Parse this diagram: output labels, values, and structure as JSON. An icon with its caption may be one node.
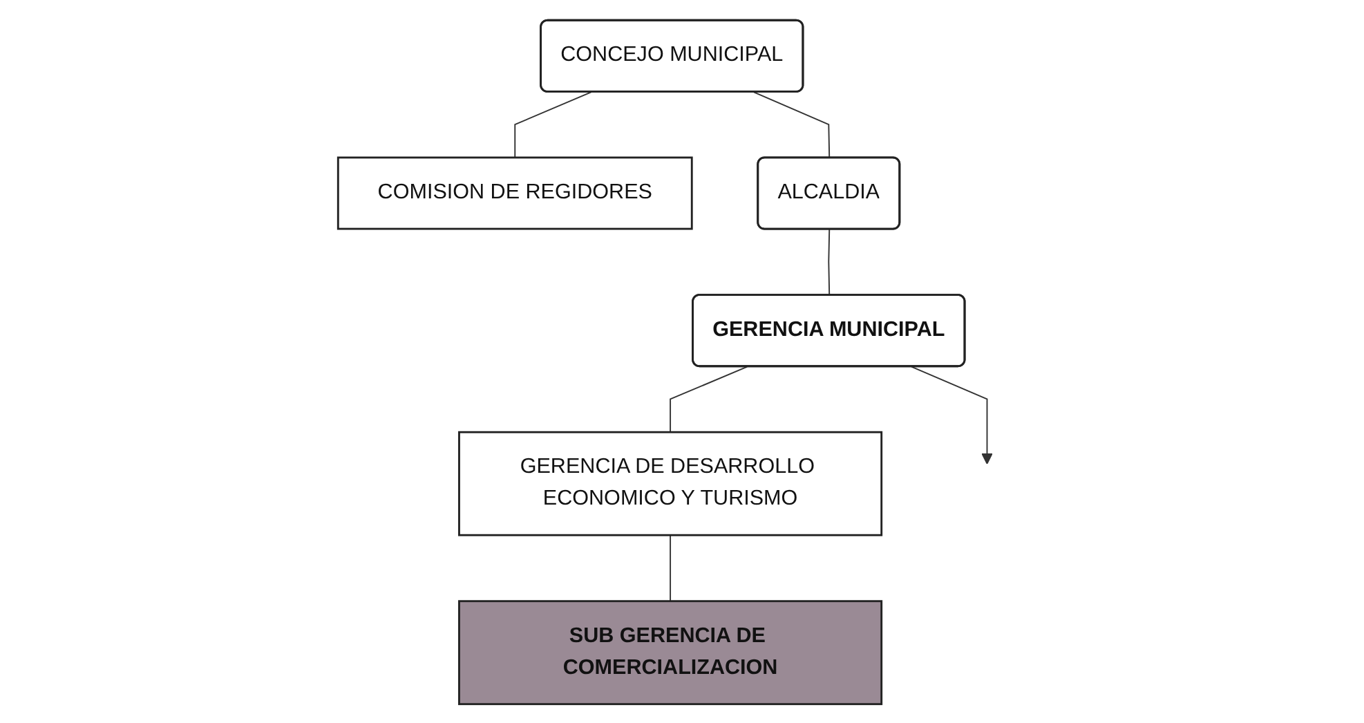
{
  "diagram": {
    "nodes": [
      {
        "text": [
          "CONCEJO MUNICIPAL"
        ]
      },
      {
        "text": [
          "COMISION DE REGIDORES"
        ]
      },
      {
        "text": [
          "ALCALDIA"
        ]
      },
      {
        "text": [
          "GERENCIA MUNICIPAL"
        ]
      },
      {
        "text": [
          "GERENCIA DE DESARROLLO ECONOMICO Y TURISMO"
        ]
      },
      {
        "text": [
          "SUB GERENCIA DE COMERCIALIZACION"
        ]
      }
    ],
    "edges": [
      {
        "from": 0,
        "to": 1,
        "arrow": "none"
      },
      {
        "from": 0,
        "to": 2,
        "arrow": "none"
      },
      {
        "from": 2,
        "to": 3,
        "arrow": "none"
      },
      {
        "from": 3,
        "to": 4,
        "arrow": "none"
      },
      {
        "from": 4,
        "to": 5,
        "arrow": "none"
      },
      {
        "from": 3,
        "to": null,
        "arrow": "to"
      }
    ]
  }
}
